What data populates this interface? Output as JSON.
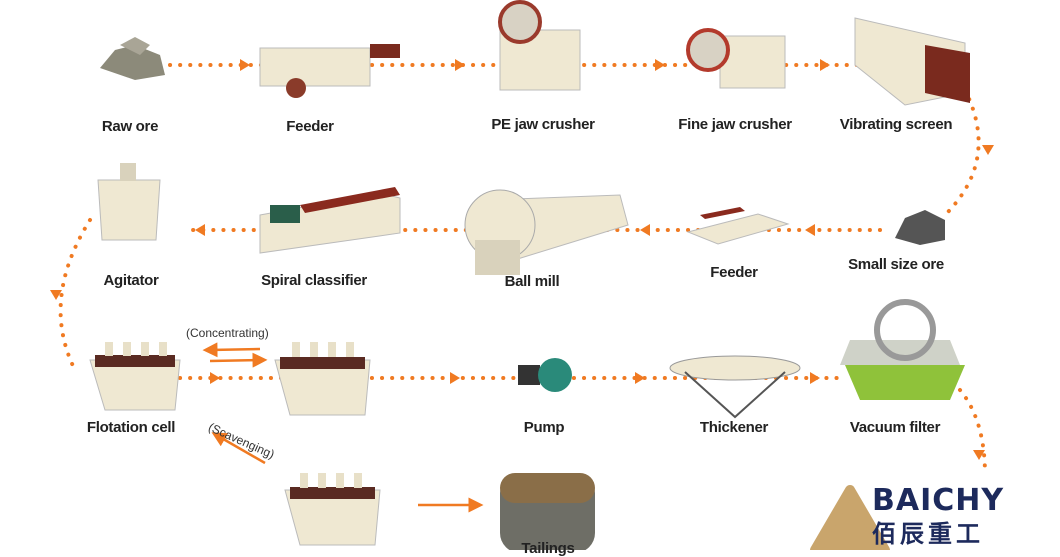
{
  "colors": {
    "flow": "#f07a22",
    "machine": "#efe8d2",
    "logo": "#1d2a5c"
  },
  "row1": [
    "Raw ore",
    "Feeder",
    "PE jaw crusher",
    "Fine jaw crusher",
    "Vibrating screen"
  ],
  "row2": [
    "Agitator",
    "Spiral classifier",
    "Ball mill",
    "Feeder",
    "Small size ore"
  ],
  "row3": [
    "Flotation cell",
    "Pump",
    "Thickener",
    "Vacuum filter"
  ],
  "notes": {
    "concentrating": "(Concentrating)",
    "scavenging": "(Scavenging)"
  },
  "row4": {
    "tailings": "Tailings"
  },
  "logo": {
    "en": "BAICHY",
    "cn": "佰辰重工"
  }
}
